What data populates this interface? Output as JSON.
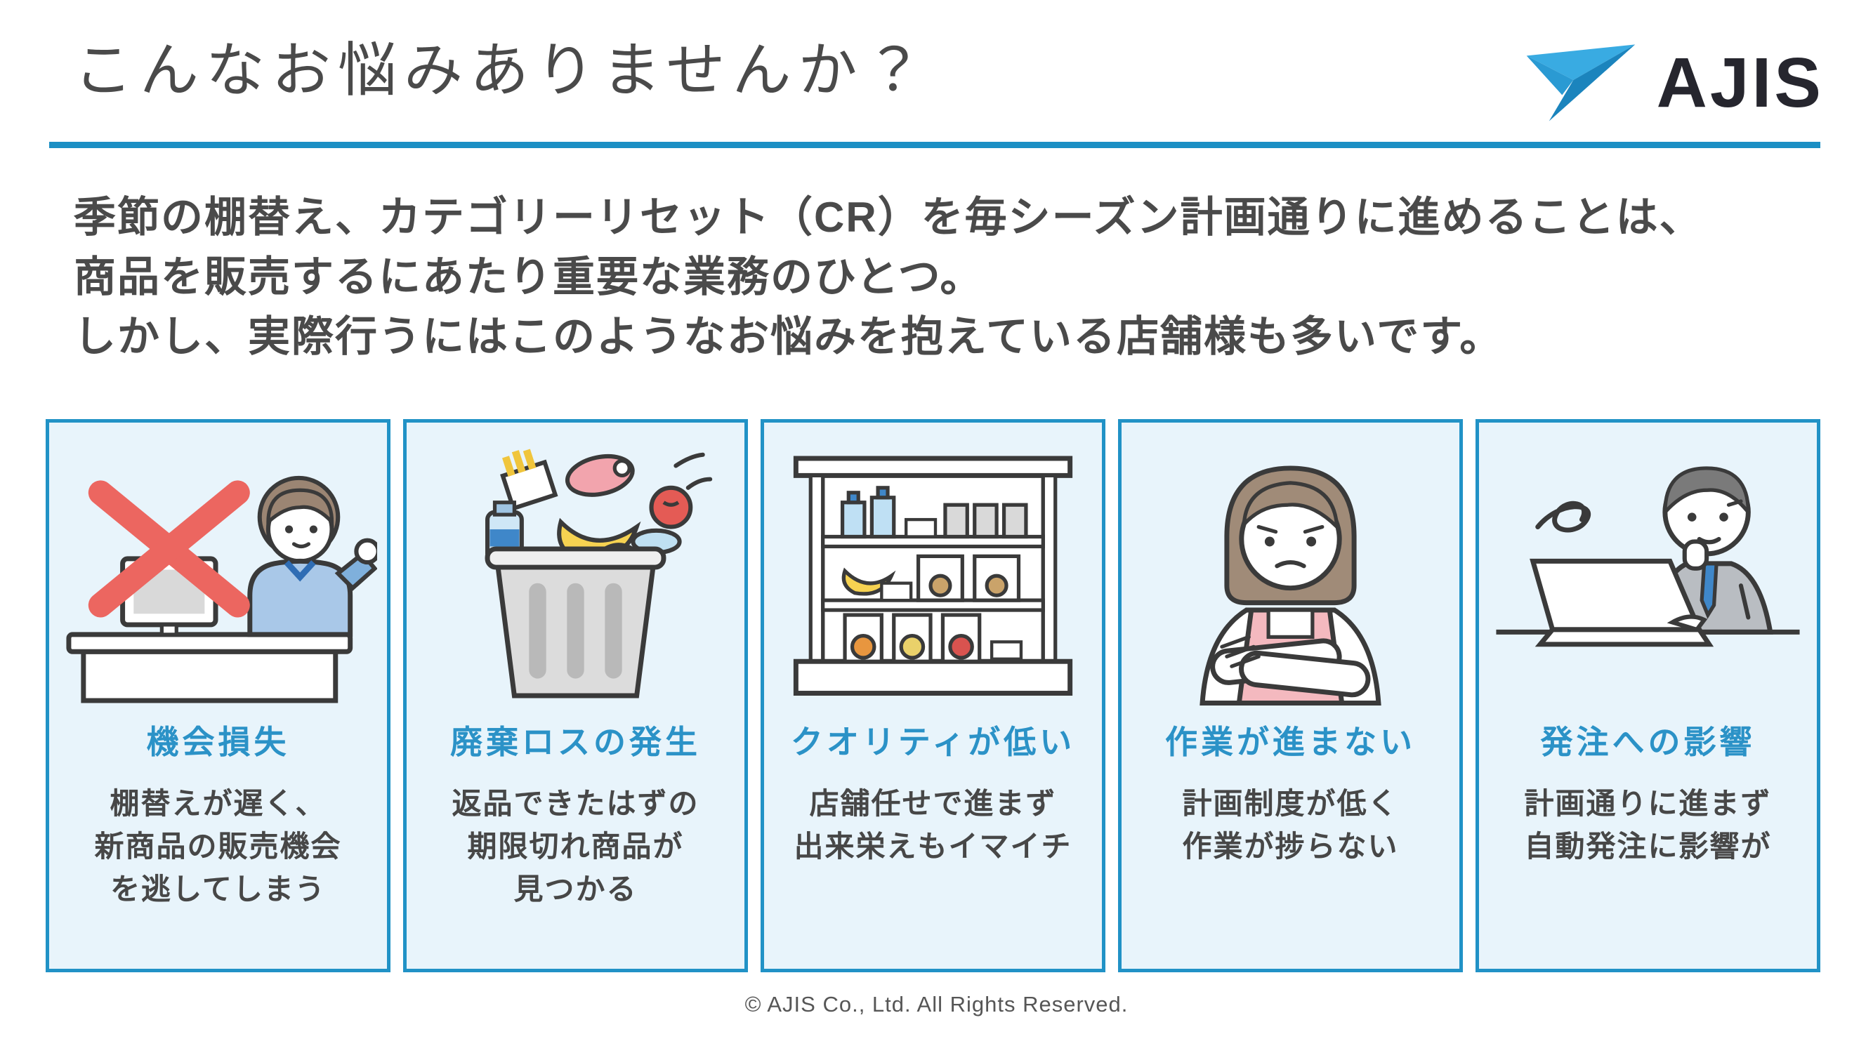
{
  "header": {
    "title": "こんなお悩みありませんか？",
    "brand": "AJIS"
  },
  "intro": {
    "text": "季節の棚替え、カテゴリーリセット（CR）を毎シーズン計画通りに進めることは、\n商品を販売するにあたり重要な業務のひとつ。\nしかし、実際行うにはこのようなお悩みを抱えている店舗様も多いです。"
  },
  "cards": [
    {
      "icon": "cash-register-x-illustration",
      "title": "機会損失",
      "body": "棚替えが遅く、\n新商品の販売機会\nを逃してしまう"
    },
    {
      "icon": "trash-waste-illustration",
      "title": "廃棄ロスの発生",
      "body": "返品できたはずの\n期限切れ商品が\n見つかる"
    },
    {
      "icon": "store-shelf-illustration",
      "title": "クオリティが低い",
      "body": "店舗任せで進まず\n出来栄えもイマイチ"
    },
    {
      "icon": "worried-woman-illustration",
      "title": "作業が進まない",
      "body": "計画制度が低く\n作業が捗らない"
    },
    {
      "icon": "man-laptop-illustration",
      "title": "発注への影響",
      "body": "計画通りに進まず\n自動発注に影響が"
    }
  ],
  "footer": {
    "copyright": "© AJIS Co., Ltd. All Rights Reserved."
  },
  "colors": {
    "accent_blue": "#2b92c7",
    "card_border": "#2192c6",
    "card_background": "#e8f4fb",
    "rule_blue": "#1b8fc4",
    "text_gray": "#4a4a4a",
    "cross_red": "#ec6660",
    "logo_light_blue": "#39abe2",
    "logo_dark_blue": "#1b84bd"
  }
}
